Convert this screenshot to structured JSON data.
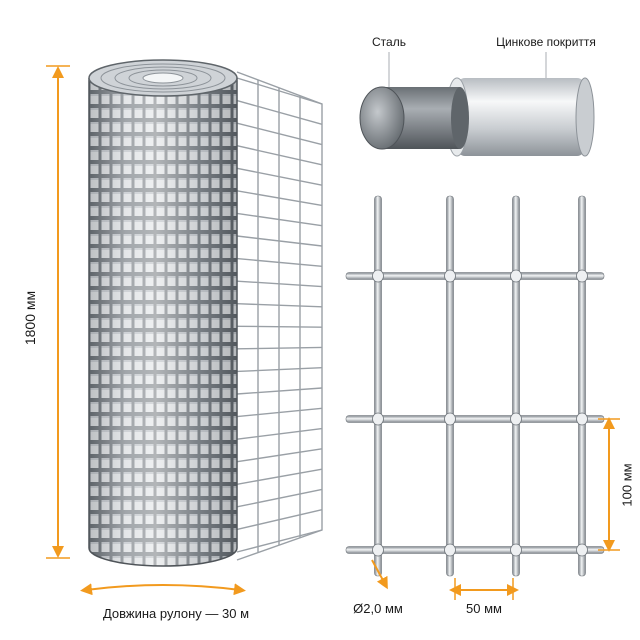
{
  "dimensions": {
    "roll_height": "1800 мм",
    "roll_length": "Довжина рулону — 30 м",
    "wire_diameter": "Ø2,0 мм",
    "mesh_width": "50 мм",
    "mesh_height": "100 мм"
  },
  "wire_layers": {
    "core": "Сталь",
    "coating": "Цинкове покриття"
  },
  "colors": {
    "accent": "#f29a1e",
    "wire_light": "#e6e9ec",
    "wire_dark": "#8a9096"
  }
}
